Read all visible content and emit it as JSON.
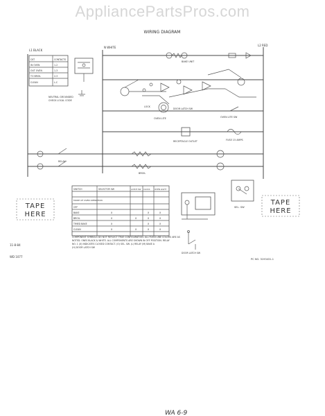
{
  "watermark": "AppliancePartsPros.com",
  "diagram": {
    "title": "WIRING DIAGRAM",
    "line_l1": "L1 BLACK",
    "line_l2": "L2 RED",
    "neutral": "N WHITE",
    "neutral_note": [
      "NEUTRAL GROUNDED",
      "CHECK LOCAL CODE"
    ],
    "components": {
      "bake_unit": "BAKE UNIT",
      "relay": "RELAY",
      "fuse": "FUSE 15 AMPS",
      "oven_lite": "OVEN LITE",
      "oven_lite_switch": "OVEN LITE SW",
      "receptacle": "RECEPTACLE OUTLET",
      "broil": "BROIL",
      "sel_sw": "SEL. SW",
      "door_latch": "DOOR LATCH SW",
      "lock": "LOCK",
      "door_latch_sw_small": "DOOR LATCH SW"
    },
    "left_table_rows": [
      [
        "CKT",
        "CONTACTS"
      ],
      [
        "IN OVEN",
        "1-2"
      ],
      [
        "OUT OVEN",
        "1-3"
      ],
      [
        "TO BROIL",
        "2-3"
      ],
      [
        "CLEAN",
        "L-C"
      ]
    ],
    "switch_table": {
      "title": "SWITCH",
      "col_headers": [
        "SELECTOR SW",
        "LATCH SW",
        "CLOCK",
        "OVEN LIGHT"
      ],
      "rows": [
        [
          "MODE OF OVEN OPERATION",
          "",
          "",
          "",
          ""
        ],
        [
          "OFF",
          "",
          "",
          "",
          ""
        ],
        [
          "BAKE",
          "X",
          "",
          "X",
          "X"
        ],
        [
          "BROIL",
          "X",
          "X",
          "X",
          "X"
        ],
        [
          "TIMED BAKE",
          "X",
          "",
          "X",
          "X"
        ],
        [
          "CLEAN",
          "X",
          "X",
          "X",
          "X"
        ]
      ]
    },
    "tape_label_1": "TAPE HERE",
    "tape_label_2": "TAPE HERE",
    "notes": [
      "COMPONENT SYMBOLS DO NOT REFLECT TRUE CONFIGURATION. ALL FIXED LINE COLORS ARE AS",
      "NOTED. ONES BLACK & WHITE. ALL COMPONENTS ARE SHOWN IN OFF POSITION. RELAY",
      "NO. 1 (X) INDICATES CLOSED CONTACT. (O) SEL. SW. (L) RELAY (M) BAKE A",
      "(H) DOOR LATCH SW"
    ],
    "date_left": "11-8-84",
    "doc_left": "WD 1077",
    "doc_right": "PC NO. 3193431-1",
    "page_mark": "WA 6-9"
  }
}
